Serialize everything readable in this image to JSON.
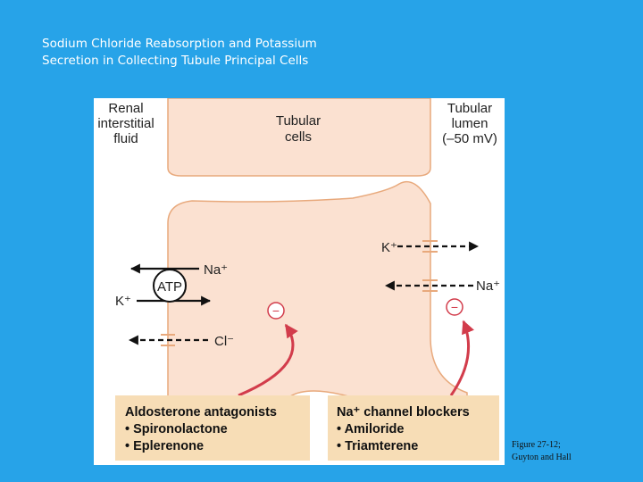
{
  "slide": {
    "title_line1": "Sodium Chloride Reabsorption and Potassium",
    "title_line2": "Secretion in Collecting Tubule Principal Cells"
  },
  "diagram": {
    "left_label": [
      "Renal",
      "interstitial",
      "fluid"
    ],
    "center_label": [
      "Tubular",
      "cells"
    ],
    "right_label": [
      "Tubular",
      "lumen",
      "(–50 mV)"
    ],
    "atp": "ATP",
    "pump_na": "Na⁺",
    "pump_k": "K⁺",
    "cl": "Cl⁻",
    "lumen_k": "K⁺",
    "lumen_na": "Na⁺",
    "inhibit_symbol": "−",
    "box_left": {
      "title": "Aldosterone antagonists",
      "items": [
        "• Spironolactone",
        "• Eplerenone"
      ]
    },
    "box_right": {
      "title": "Na⁺ channel blockers",
      "items": [
        "• Amiloride",
        "• Triamterene"
      ]
    },
    "colors": {
      "cell": "#fbe1d1",
      "cell_border": "#e8a97c",
      "box": "#f7ddb6",
      "inhibit": "#d23c4b",
      "background": "#27a3e8"
    }
  },
  "caption": {
    "line1": "Figure 27-12;",
    "line2": "Guyton and Hall"
  }
}
